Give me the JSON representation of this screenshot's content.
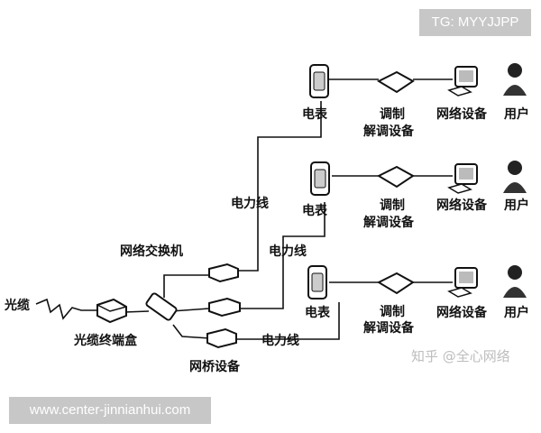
{
  "labels": {
    "cable": "光缆",
    "terminal_box": "光缆终端盒",
    "switch": "网络交换机",
    "bridge": "网桥设备",
    "powerline": "电力线",
    "meter": "电表",
    "modem_line1": "调制",
    "modem_line2": "解调设备",
    "network_device": "网络设备",
    "user": "用户"
  },
  "watermarks": {
    "tg": "TG: MYYJJPP",
    "site": "www.center-jinnianhui.com",
    "zhihu": "知乎 @全心网络"
  }
}
